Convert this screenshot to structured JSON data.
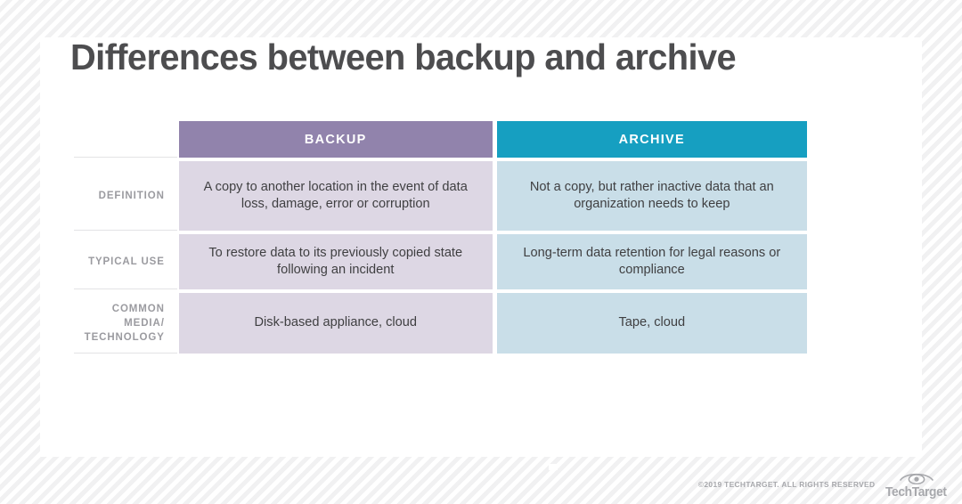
{
  "page": {
    "title": "Differences between backup and archive",
    "background_pattern": "diagonal-stripes",
    "card_color": "#ffffff"
  },
  "colors": {
    "backup_header": "#9183ac",
    "archive_header": "#169fc1",
    "backup_cell": "#ddd7e4",
    "archive_cell": "#c9dee8",
    "title_text": "#4d4d4f",
    "label_text": "#9b9ba0",
    "body_text": "#3f3f41",
    "footer_text": "#a7a8ac"
  },
  "table": {
    "columns": [
      {
        "key": "label",
        "header": ""
      },
      {
        "key": "backup",
        "header": "BACKUP"
      },
      {
        "key": "archive",
        "header": "ARCHIVE"
      }
    ],
    "rows": [
      {
        "label": "DEFINITION",
        "backup": "A copy to another location in the event of data loss, damage, error or corruption",
        "archive": "Not a copy, but rather inactive data that an organization needs to keep"
      },
      {
        "label": "TYPICAL USE",
        "backup": "To restore data to its previously copied state following an incident",
        "archive": "Long-term data retention for legal reasons or compliance"
      },
      {
        "label": "COMMON MEDIA/ TECHNOLOGY",
        "backup": "Disk-based appliance, cloud",
        "archive": "Tape, cloud"
      }
    ]
  },
  "footer": {
    "copyright": "©2019 TECHTARGET. ALL RIGHTS RESERVED",
    "logo_text": "TechTarget",
    "logo_icon": "eye-icon"
  }
}
